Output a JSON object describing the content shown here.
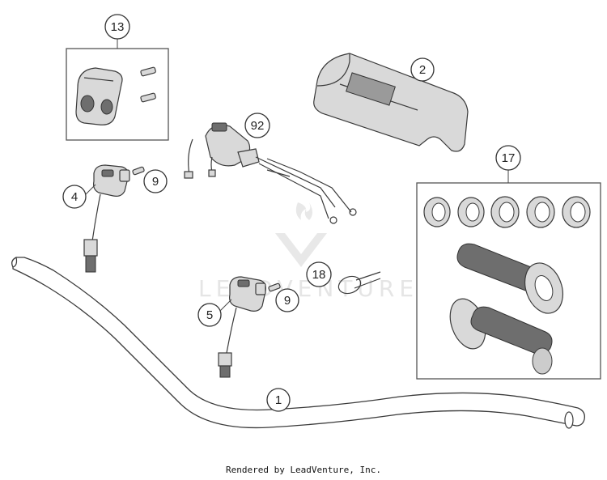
{
  "watermark": {
    "text": "LEADVENTURE"
  },
  "footer": {
    "text": "Rendered by LeadVenture, Inc."
  },
  "callouts": {
    "c1": "1",
    "c2": "2",
    "c4": "4",
    "c5": "5",
    "c9a": "9",
    "c9b": "9",
    "c13": "13",
    "c17": "17",
    "c18": "18",
    "c92": "92"
  }
}
